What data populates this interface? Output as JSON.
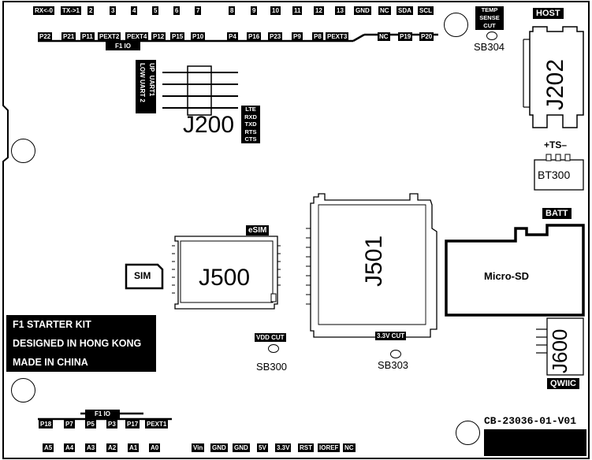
{
  "top_header_pins": [
    "RX<-0",
    "TX->1",
    "2",
    "3",
    "4",
    "5",
    "6",
    "7",
    "8",
    "9",
    "10",
    "11",
    "12",
    "13",
    "GND",
    "NC",
    "SDA",
    "SCL"
  ],
  "top_pin_labels": [
    "P22",
    "P21",
    "P11",
    "PEXT2",
    "PEXT4",
    "P12",
    "P15",
    "P10",
    "P4",
    "P16",
    "P23",
    "P9",
    "P8",
    "PEXT3"
  ],
  "top_right_pins": [
    "NC",
    "P19",
    "P20"
  ],
  "f1_io_label": "F1 IO",
  "temp_sense": {
    "line1": "TEMP",
    "line2": "SENSE",
    "line3": "CUT"
  },
  "sb304": "SB304",
  "host": "HOST",
  "j202": "J202",
  "uart_labels": {
    "up": "UP",
    "uart1": "UART1",
    "low": "LOW",
    "uart2": "UART 2"
  },
  "j200": "J200",
  "lte_pins": [
    "LTE",
    "RXD",
    "TXD",
    "RTS",
    "CTS"
  ],
  "ts_label": "+TS–",
  "bt300": "BT300",
  "batt": "BATT",
  "esim": "eSIM",
  "sim": "SIM",
  "j500": "J500",
  "j501": "J501",
  "micro_sd": "Micro-SD",
  "j600": "J600",
  "qwiic": "QWIIC",
  "vdd_cut": "VDD CUT",
  "sb300": "SB300",
  "cut_33v": "3.3V CUT",
  "sb303": "SB303",
  "info_lines": [
    "F1 STARTER KIT",
    "DESIGNED IN HONG KONG",
    "MADE IN CHINA"
  ],
  "f1_io_bottom_label": "F1 IO",
  "bottom_pin_labels": [
    "P18",
    "P7",
    "P5",
    "P3",
    "P17",
    "PEXT1"
  ],
  "bottom_analog_pins": [
    "A5",
    "A4",
    "A3",
    "A2",
    "A1",
    "A0"
  ],
  "bottom_power_pins": [
    "Vin",
    "GND",
    "GND",
    "5V",
    "3.3V",
    "RST",
    "IOREF",
    "NC"
  ],
  "part_number": "CB-23036-01-V01"
}
